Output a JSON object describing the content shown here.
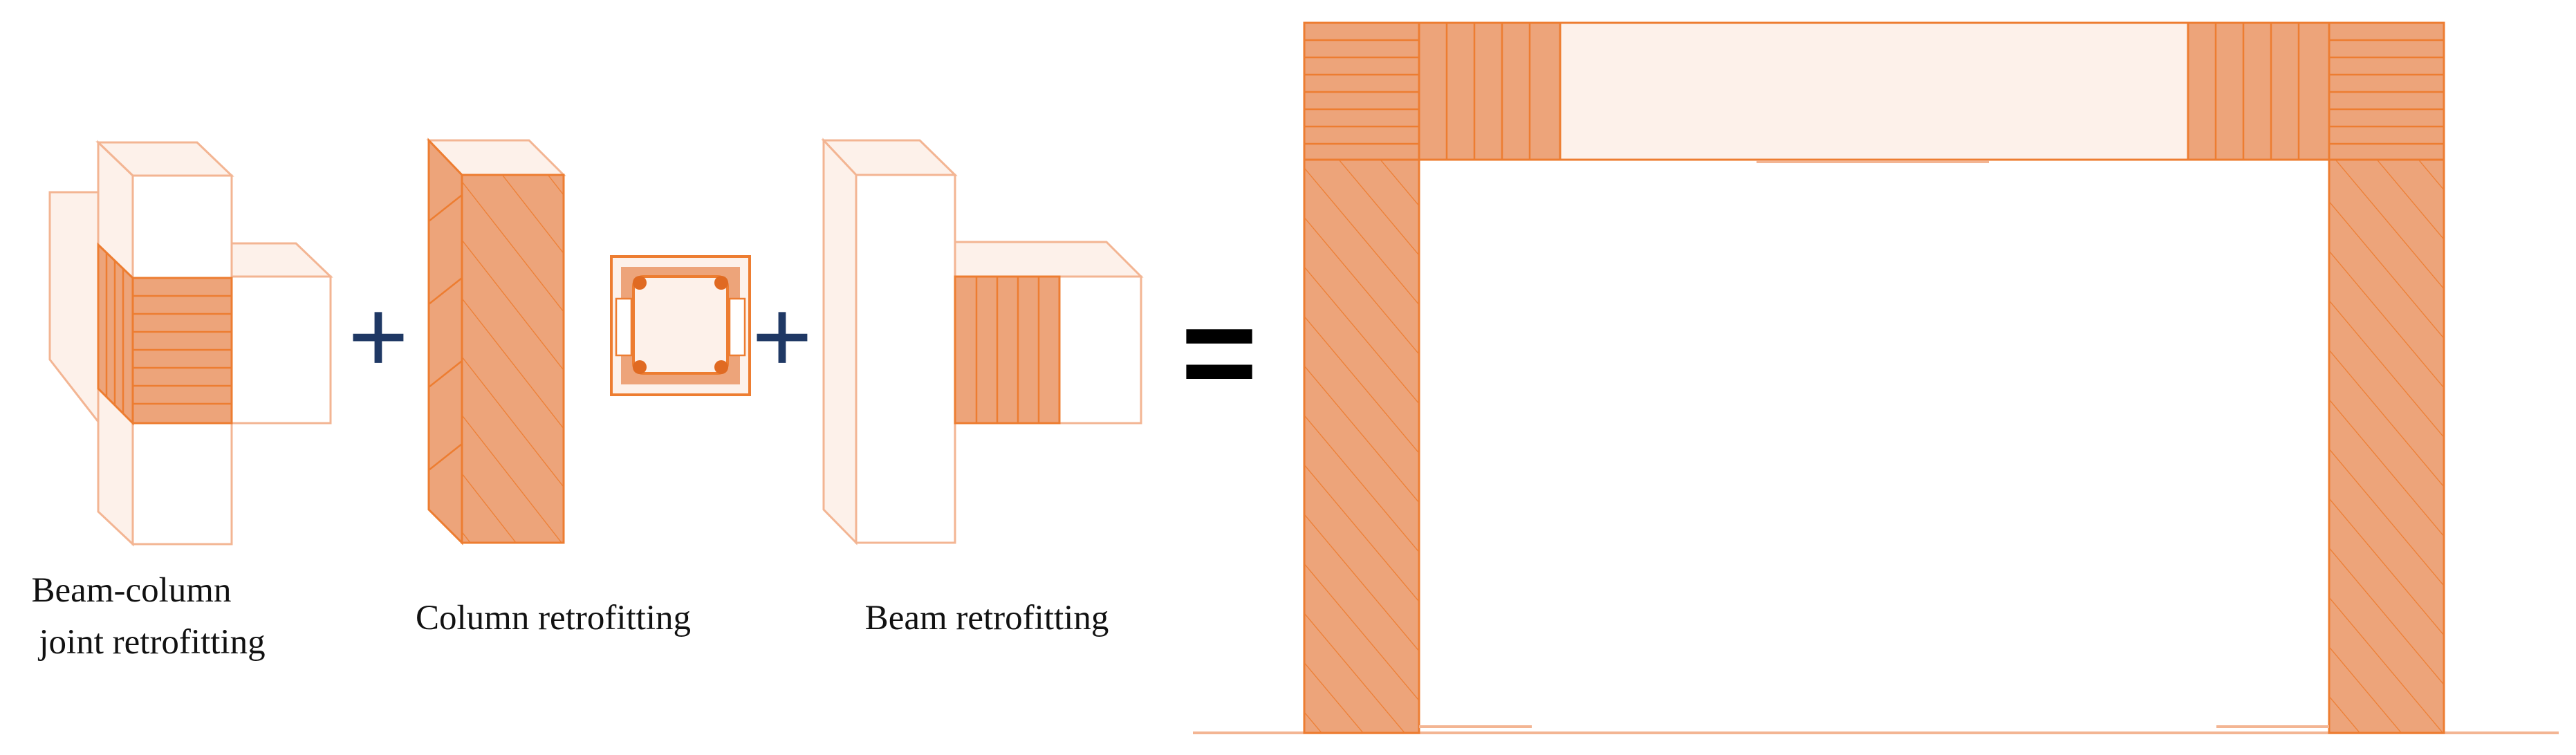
{
  "labels": {
    "joint_line1": "Beam-column",
    "joint_line2": "joint retrofitting",
    "column": "Column retrofitting",
    "beam": "Beam retrofitting"
  },
  "operators": {
    "plus": "+",
    "equals": "="
  },
  "colors": {
    "fill": "#EDA47A",
    "stroke": "#ED7D31",
    "light": "#FDF1EA",
    "plus": "#1F3864",
    "equals": "#000000",
    "dot": "#E06A22"
  }
}
